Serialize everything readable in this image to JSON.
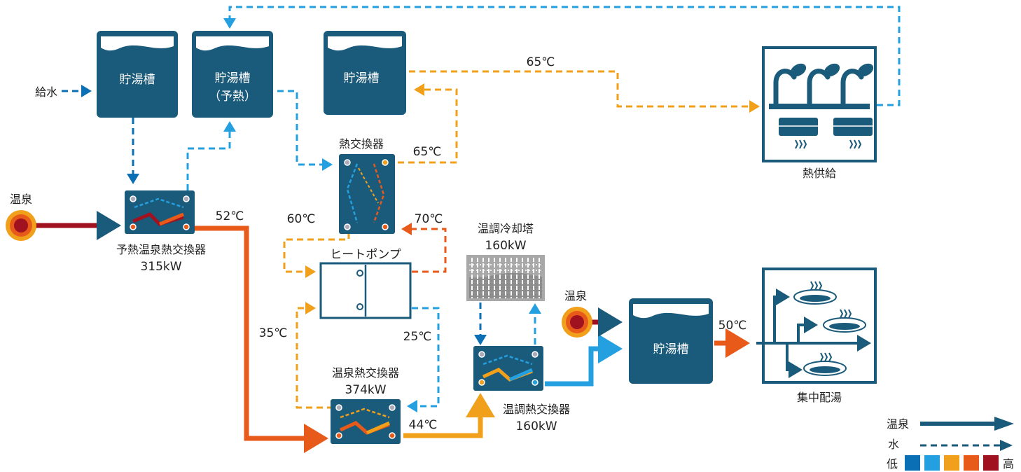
{
  "colors": {
    "navy": "#1a5a7a",
    "dark_blue": "#0a6fb5",
    "light_blue": "#24a0e0",
    "orange_yellow": "#f0a01a",
    "orange": "#e85a1a",
    "dark_red": "#a01220",
    "gray": "#a8a8a8"
  },
  "tanks": {
    "t1": "貯湯槽",
    "t2_line1": "貯湯槽",
    "t2_line2": "（予熱）",
    "t3": "貯湯槽",
    "t4": "貯湯槽"
  },
  "labels": {
    "water_supply": "給水",
    "hot_spring_1": "温泉",
    "hot_spring_2": "温泉",
    "preheat_hx_name": "予熱温泉熱交換器",
    "preheat_hx_power": "315kW",
    "hx_top": "熱交換器",
    "heat_pump": "ヒートポンプ",
    "cooling_tower_name": "温調冷却塔",
    "cooling_tower_power": "160kW",
    "spring_hx_name": "温泉熱交換器",
    "spring_hx_power": "374kW",
    "temp_hx_name": "温調熱交換器",
    "temp_hx_power": "160kW",
    "heat_supply": "熱供給",
    "central_supply": "集中配湯"
  },
  "temps": {
    "t65a": "65℃",
    "t65b": "65℃",
    "t52": "52℃",
    "t60": "60℃",
    "t70": "70℃",
    "t35": "35℃",
    "t25": "25℃",
    "t44": "44℃",
    "t50": "50℃"
  },
  "legend": {
    "hot_spring": "温泉",
    "water": "水",
    "low": "低",
    "high": "高",
    "scale_colors": [
      "#0a6fb5",
      "#24a0e0",
      "#f0a01a",
      "#e85a1a",
      "#a01220"
    ]
  }
}
